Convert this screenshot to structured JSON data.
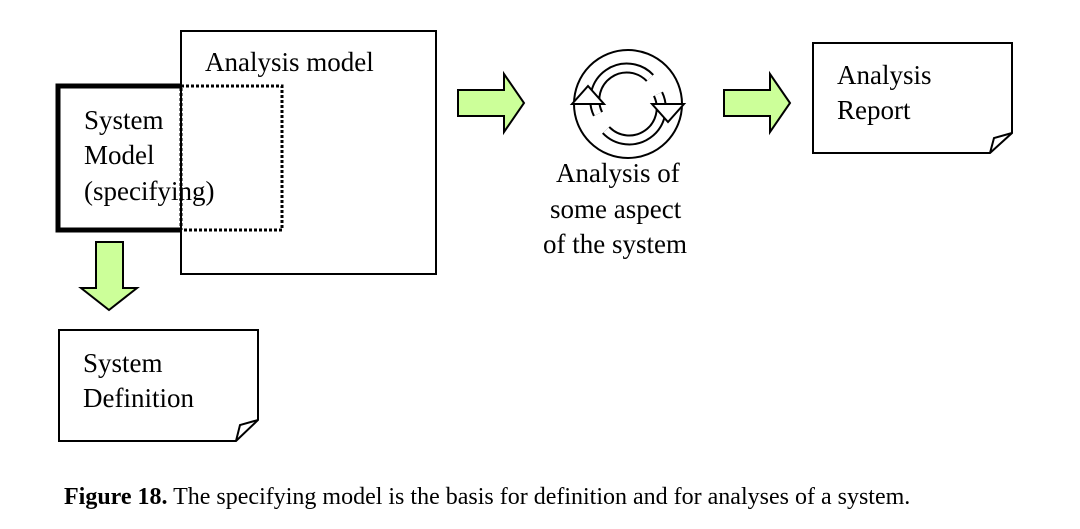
{
  "analysis_model": {
    "label": "Analysis model"
  },
  "system_model": {
    "line1": "System",
    "line2": "Model",
    "line3": "(specifying)"
  },
  "analysis_step": {
    "line1": "Analysis of",
    "line2": "some aspect",
    "line3": "of the system"
  },
  "analysis_report": {
    "line1": "Analysis",
    "line2": "Report"
  },
  "system_definition": {
    "line1": "System",
    "line2": "Definition"
  },
  "caption": {
    "figure_label": "Figure 18.",
    "text": " The specifying model is the basis for definition and for analyses of a system."
  },
  "colors": {
    "arrow_fill": "#ccff99",
    "stroke": "#000000"
  }
}
